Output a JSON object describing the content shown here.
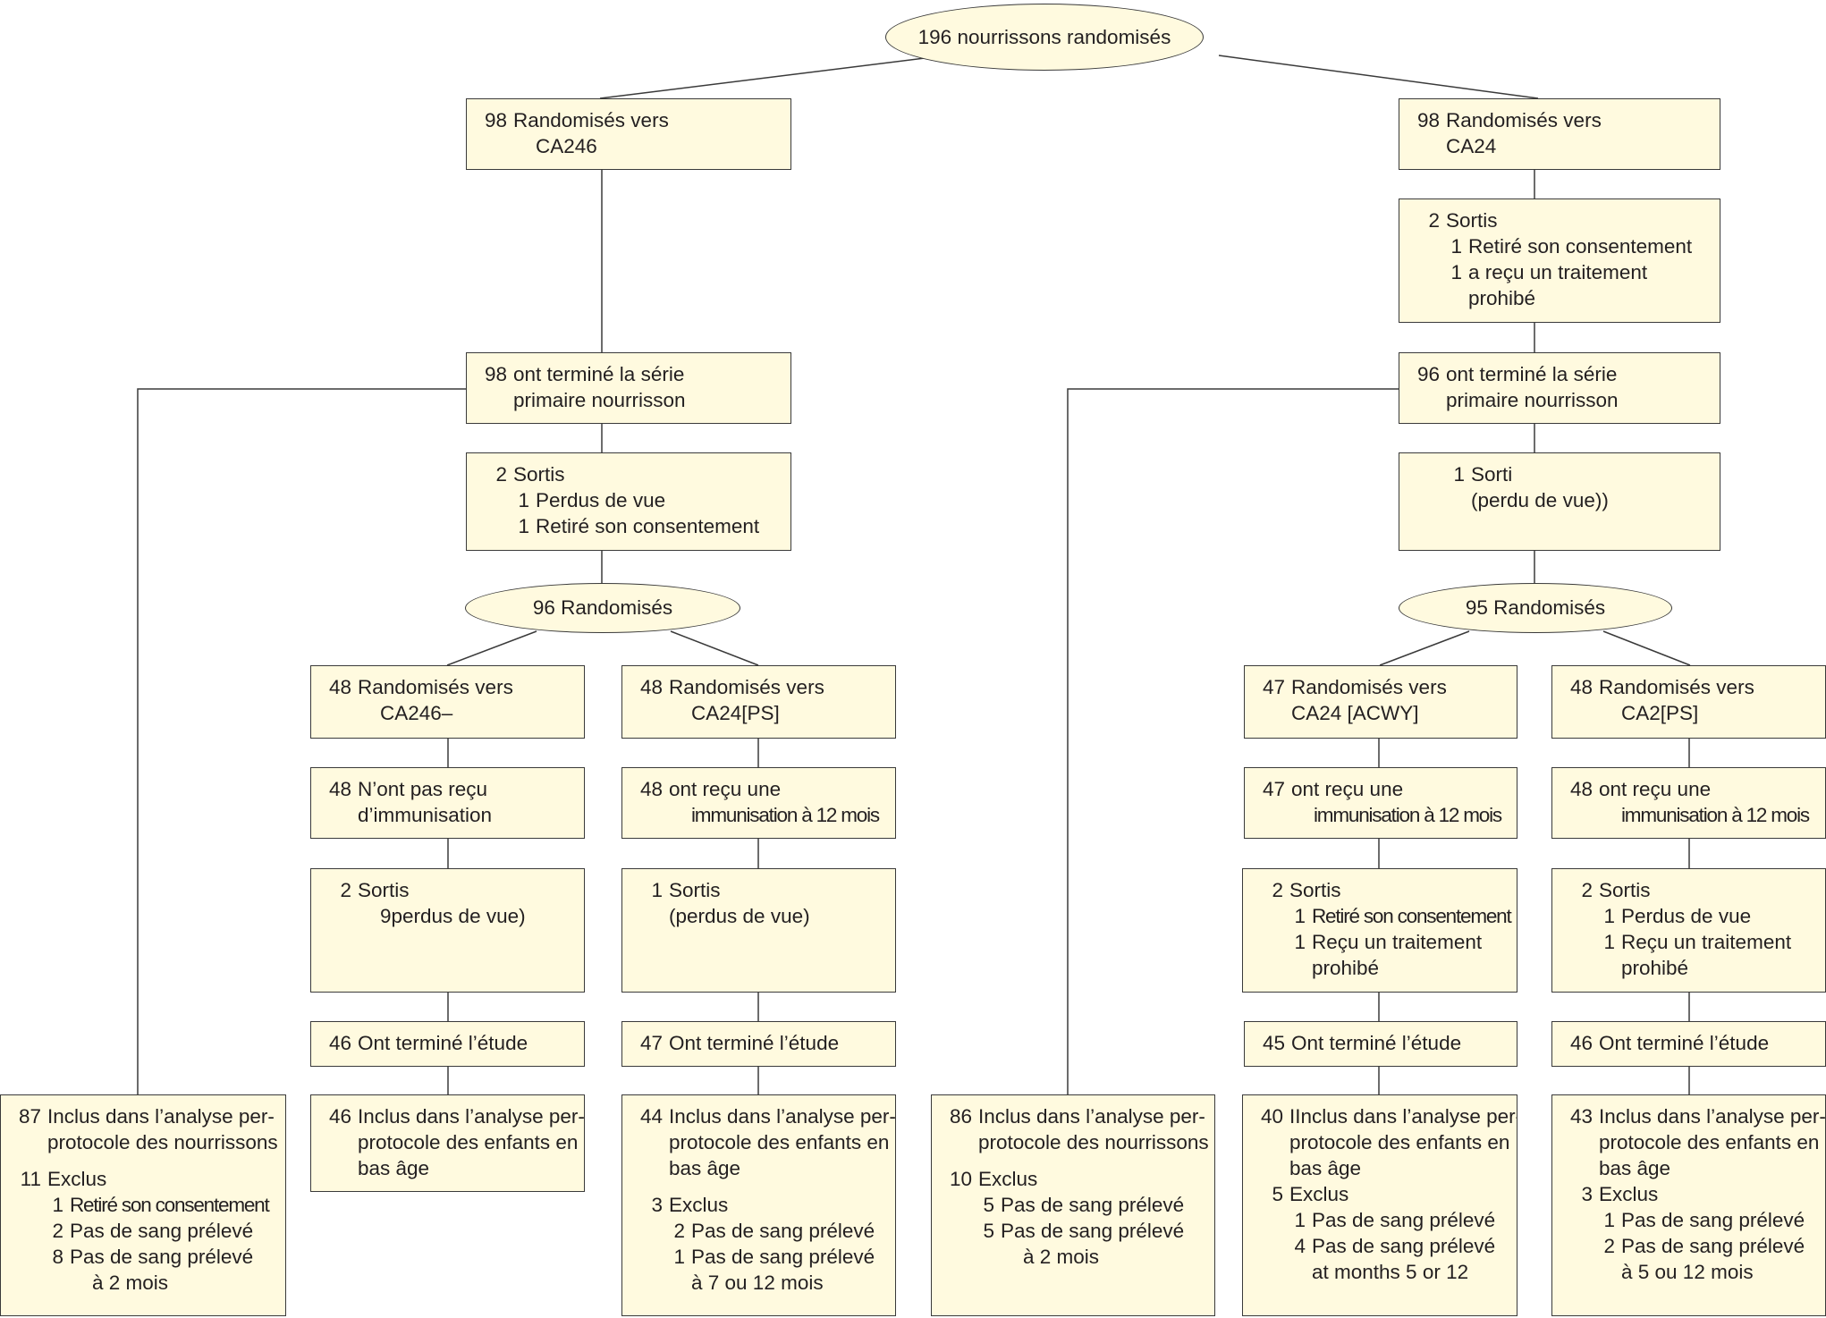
{
  "root": {
    "n": "196",
    "text": "nourrissons randomisés"
  },
  "left": {
    "randomized": [
      "98",
      "Randomisés vers",
      "CA246"
    ],
    "completed_primary": [
      "98",
      "ont terminé la série",
      "primaire nourrisson"
    ],
    "dropout": {
      "head": [
        "2",
        "Sortis"
      ],
      "items": [
        [
          "1",
          "Perdus de vue"
        ],
        [
          "1",
          "Retiré son consentement"
        ]
      ]
    },
    "rerandomized": {
      "n": "96",
      "text": "Randomisés"
    },
    "arm_a": {
      "randomized": [
        "48",
        "Randomisés vers",
        "CA246–"
      ],
      "immunisation": [
        "48",
        "N’ont pas reçu",
        "d’immunisation"
      ],
      "dropout": [
        "2",
        "Sortis",
        "9perdus de vue)"
      ],
      "completed": [
        "46",
        "Ont terminé l’étude"
      ],
      "analysis": [
        "46",
        "Inclus dans l’analyse per-",
        "protocole des enfants en",
        "bas âge"
      ]
    },
    "arm_b": {
      "randomized": [
        "48",
        "Randomisés vers",
        "CA24[PS]"
      ],
      "immunisation": [
        "48",
        "ont reçu une",
        "immunisation à 12 mois"
      ],
      "dropout": [
        "1",
        "Sortis",
        "(perdus de vue)"
      ],
      "completed": [
        "47",
        "Ont terminé l’étude"
      ],
      "analysis": {
        "head": [
          "44",
          "Inclus dans l’analyse per-",
          "protocole des enfants en",
          "bas âge"
        ],
        "excl": [
          "3",
          "Exclus"
        ],
        "items": [
          [
            "2",
            "Pas de sang prélevé"
          ],
          [
            "1",
            "Pas de sang prélevé",
            "à 7 ou 12 mois"
          ]
        ]
      }
    },
    "infant_analysis": {
      "head": [
        "87",
        "Inclus dans l’analyse per-",
        "protocole des nourrissons"
      ],
      "excl": [
        "11",
        "Exclus"
      ],
      "items": [
        [
          "1",
          "Retiré son consentement"
        ],
        [
          "2",
          "Pas de sang prélevé"
        ],
        [
          "8",
          "Pas de sang prélevé",
          "à 2 mois"
        ]
      ]
    }
  },
  "right": {
    "randomized": [
      "98",
      "Randomisés vers",
      "CA24"
    ],
    "dropout_1": {
      "head": [
        "2",
        "Sortis"
      ],
      "items": [
        [
          "1",
          "Retiré son consentement"
        ],
        [
          "1",
          "a reçu un traitement",
          "prohibé"
        ]
      ]
    },
    "completed_primary": [
      "96",
      "ont terminé la série",
      "primaire nourrisson"
    ],
    "dropout_2": [
      "1",
      "Sorti",
      "(perdu de vue))"
    ],
    "rerandomized": {
      "n": "95",
      "text": "Randomisés"
    },
    "arm_c": {
      "randomized": [
        "47",
        "Randomisés vers",
        "CA24 [ACWY]"
      ],
      "immunisation": [
        "47",
        "ont reçu une",
        "immunisation à 12 mois"
      ],
      "dropout": {
        "head": [
          "2",
          "Sortis"
        ],
        "items": [
          [
            "1",
            "Retiré son consentement"
          ],
          [
            "1",
            "Reçu un traitement",
            "prohibé"
          ]
        ]
      },
      "completed": [
        "45",
        "Ont terminé l’étude"
      ],
      "analysis": {
        "head": [
          "40",
          "IInclus dans l’analyse per-",
          "protocole des enfants en",
          "bas âge"
        ],
        "excl": [
          "5",
          "Exclus"
        ],
        "items": [
          [
            "1",
            "Pas de sang prélevé"
          ],
          [
            "4",
            "Pas de sang prélevé",
            "at months 5 or 12"
          ]
        ]
      }
    },
    "arm_d": {
      "randomized": [
        "48",
        "Randomisés vers",
        "CA2[PS]"
      ],
      "immunisation": [
        "48",
        "ont reçu une",
        "immunisation à 12 mois"
      ],
      "dropout": {
        "head": [
          "2",
          "Sortis"
        ],
        "items": [
          [
            "1",
            "Perdus de vue"
          ],
          [
            "1",
            "Reçu un traitement",
            "prohibé"
          ]
        ]
      },
      "completed": [
        "46",
        "Ont terminé l’étude"
      ],
      "analysis": {
        "head": [
          "43",
          "Inclus dans l’analyse per-",
          "protocole des enfants en",
          "bas âge"
        ],
        "excl": [
          "3",
          "Exclus"
        ],
        "items": [
          [
            "1",
            "Pas de sang prélevé"
          ],
          [
            "2",
            "Pas de sang prélevé",
            "à 5 ou 12 mois"
          ]
        ]
      }
    },
    "infant_analysis": {
      "head": [
        "86",
        "Inclus dans l’analyse per-",
        "protocole des nourrissons"
      ],
      "excl": [
        "10",
        "Exclus"
      ],
      "items": [
        [
          "5",
          "Pas de sang prélevé"
        ],
        [
          "5",
          "Pas de sang prélevé",
          "à 2 mois"
        ]
      ]
    }
  }
}
